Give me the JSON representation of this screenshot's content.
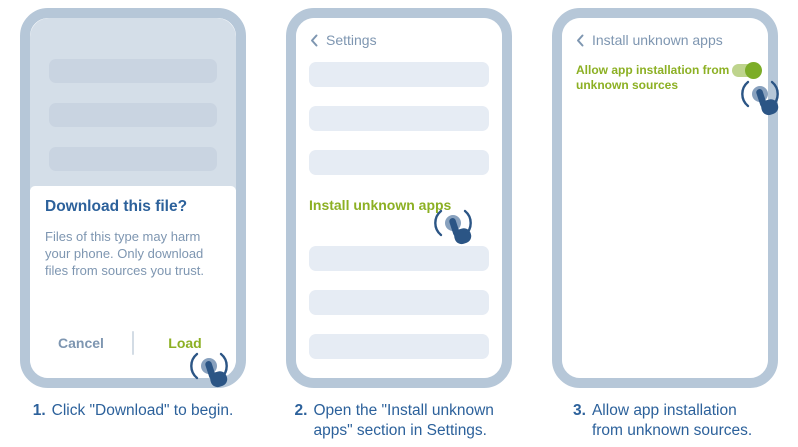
{
  "colors": {
    "frame": "#b6c7d8",
    "screen_dim": "#d4dee8",
    "bar_dim": "#c9d4e1",
    "bar_light": "#e6ecf4",
    "text_blue": "#2c619b",
    "text_muted": "#7e96b1",
    "green": "#8cb023",
    "toggle_track": "#bed48d",
    "toggle_knob": "#7cad28",
    "hand_navy": "#2b5585",
    "tap_circle": "#7e99b8"
  },
  "steps": [
    {
      "number": "1.",
      "caption": "Click \"Download\" to begin.",
      "phone": {
        "dialog_title": "Download this file?",
        "dialog_body": "Files of this type may harm your phone. Only download files from sources you trust.",
        "cancel_label": "Cancel",
        "load_label": "Load"
      }
    },
    {
      "number": "2.",
      "caption": "Open the \"Install unknown apps\" section in Settings.",
      "phone": {
        "back_label": "Settings",
        "link_label": "Install unknown apps"
      }
    },
    {
      "number": "3.",
      "caption": "Allow app installation from unknown sources.",
      "phone": {
        "back_label": "Install unknown apps",
        "toggle_label": "Allow app installation from unknown sources",
        "toggle_state": "on"
      }
    }
  ]
}
